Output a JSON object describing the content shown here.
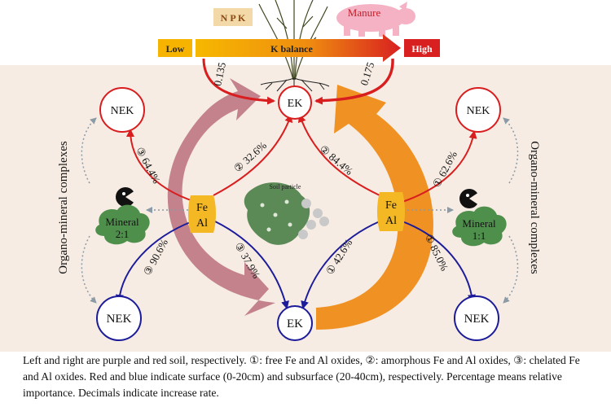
{
  "header": {
    "npk_label": "N P K",
    "manure_label": "Manure",
    "balance_low": "Low",
    "balance_mid": "K balance",
    "balance_high": "High",
    "rate_left": "0.135",
    "rate_right": "0.175"
  },
  "nodes": {
    "ek_top": "EK",
    "ek_bottom": "EK",
    "nek_tl": "NEK",
    "nek_tr": "NEK",
    "nek_bl": "NEK",
    "nek_br": "NEK",
    "fe_left": "Fe",
    "al_left": "Al",
    "fe_right": "Fe",
    "al_right": "Al",
    "mineral_left_name": "Mineral",
    "mineral_left_ratio": "2:1",
    "mineral_right_name": "Mineral",
    "mineral_right_ratio": "1:1",
    "soil_particle": "Soil particle",
    "organo_left": "Organo-mineral complexes",
    "organo_right": "Organo-mineral complexes"
  },
  "paths": {
    "left_top_nek": "③ 64.4%",
    "left_top_ek": "② 32.6%",
    "left_bottom_nek": "③ 90.6%",
    "left_bottom_ek": "③ 37.9%",
    "right_top_ek": "② 84.4%",
    "right_top_nek": "① 62.6%",
    "right_bottom_ek": "① 42.6%",
    "right_bottom_nek": "① 85.0%"
  },
  "caption": "Left and right are purple and red soil, respectively. ①: free Fe and Al oxides, ②: amorphous Fe and Al oxides, ③: chelated Fe and Al oxides. Red and blue indicate surface (0-20cm) and subsurface (20-40cm), respectively. Percentage means relative importance. Decimals indicate increase rate.",
  "colors": {
    "surface": "#d81e1e",
    "subsurface": "#1c1c9a",
    "purple_arrow": "#b86a7a",
    "orange_arrow": "#ef8a12",
    "fe_al": "#f4b824",
    "mineral": "#4f8f4c",
    "background": "#f6ece4"
  }
}
